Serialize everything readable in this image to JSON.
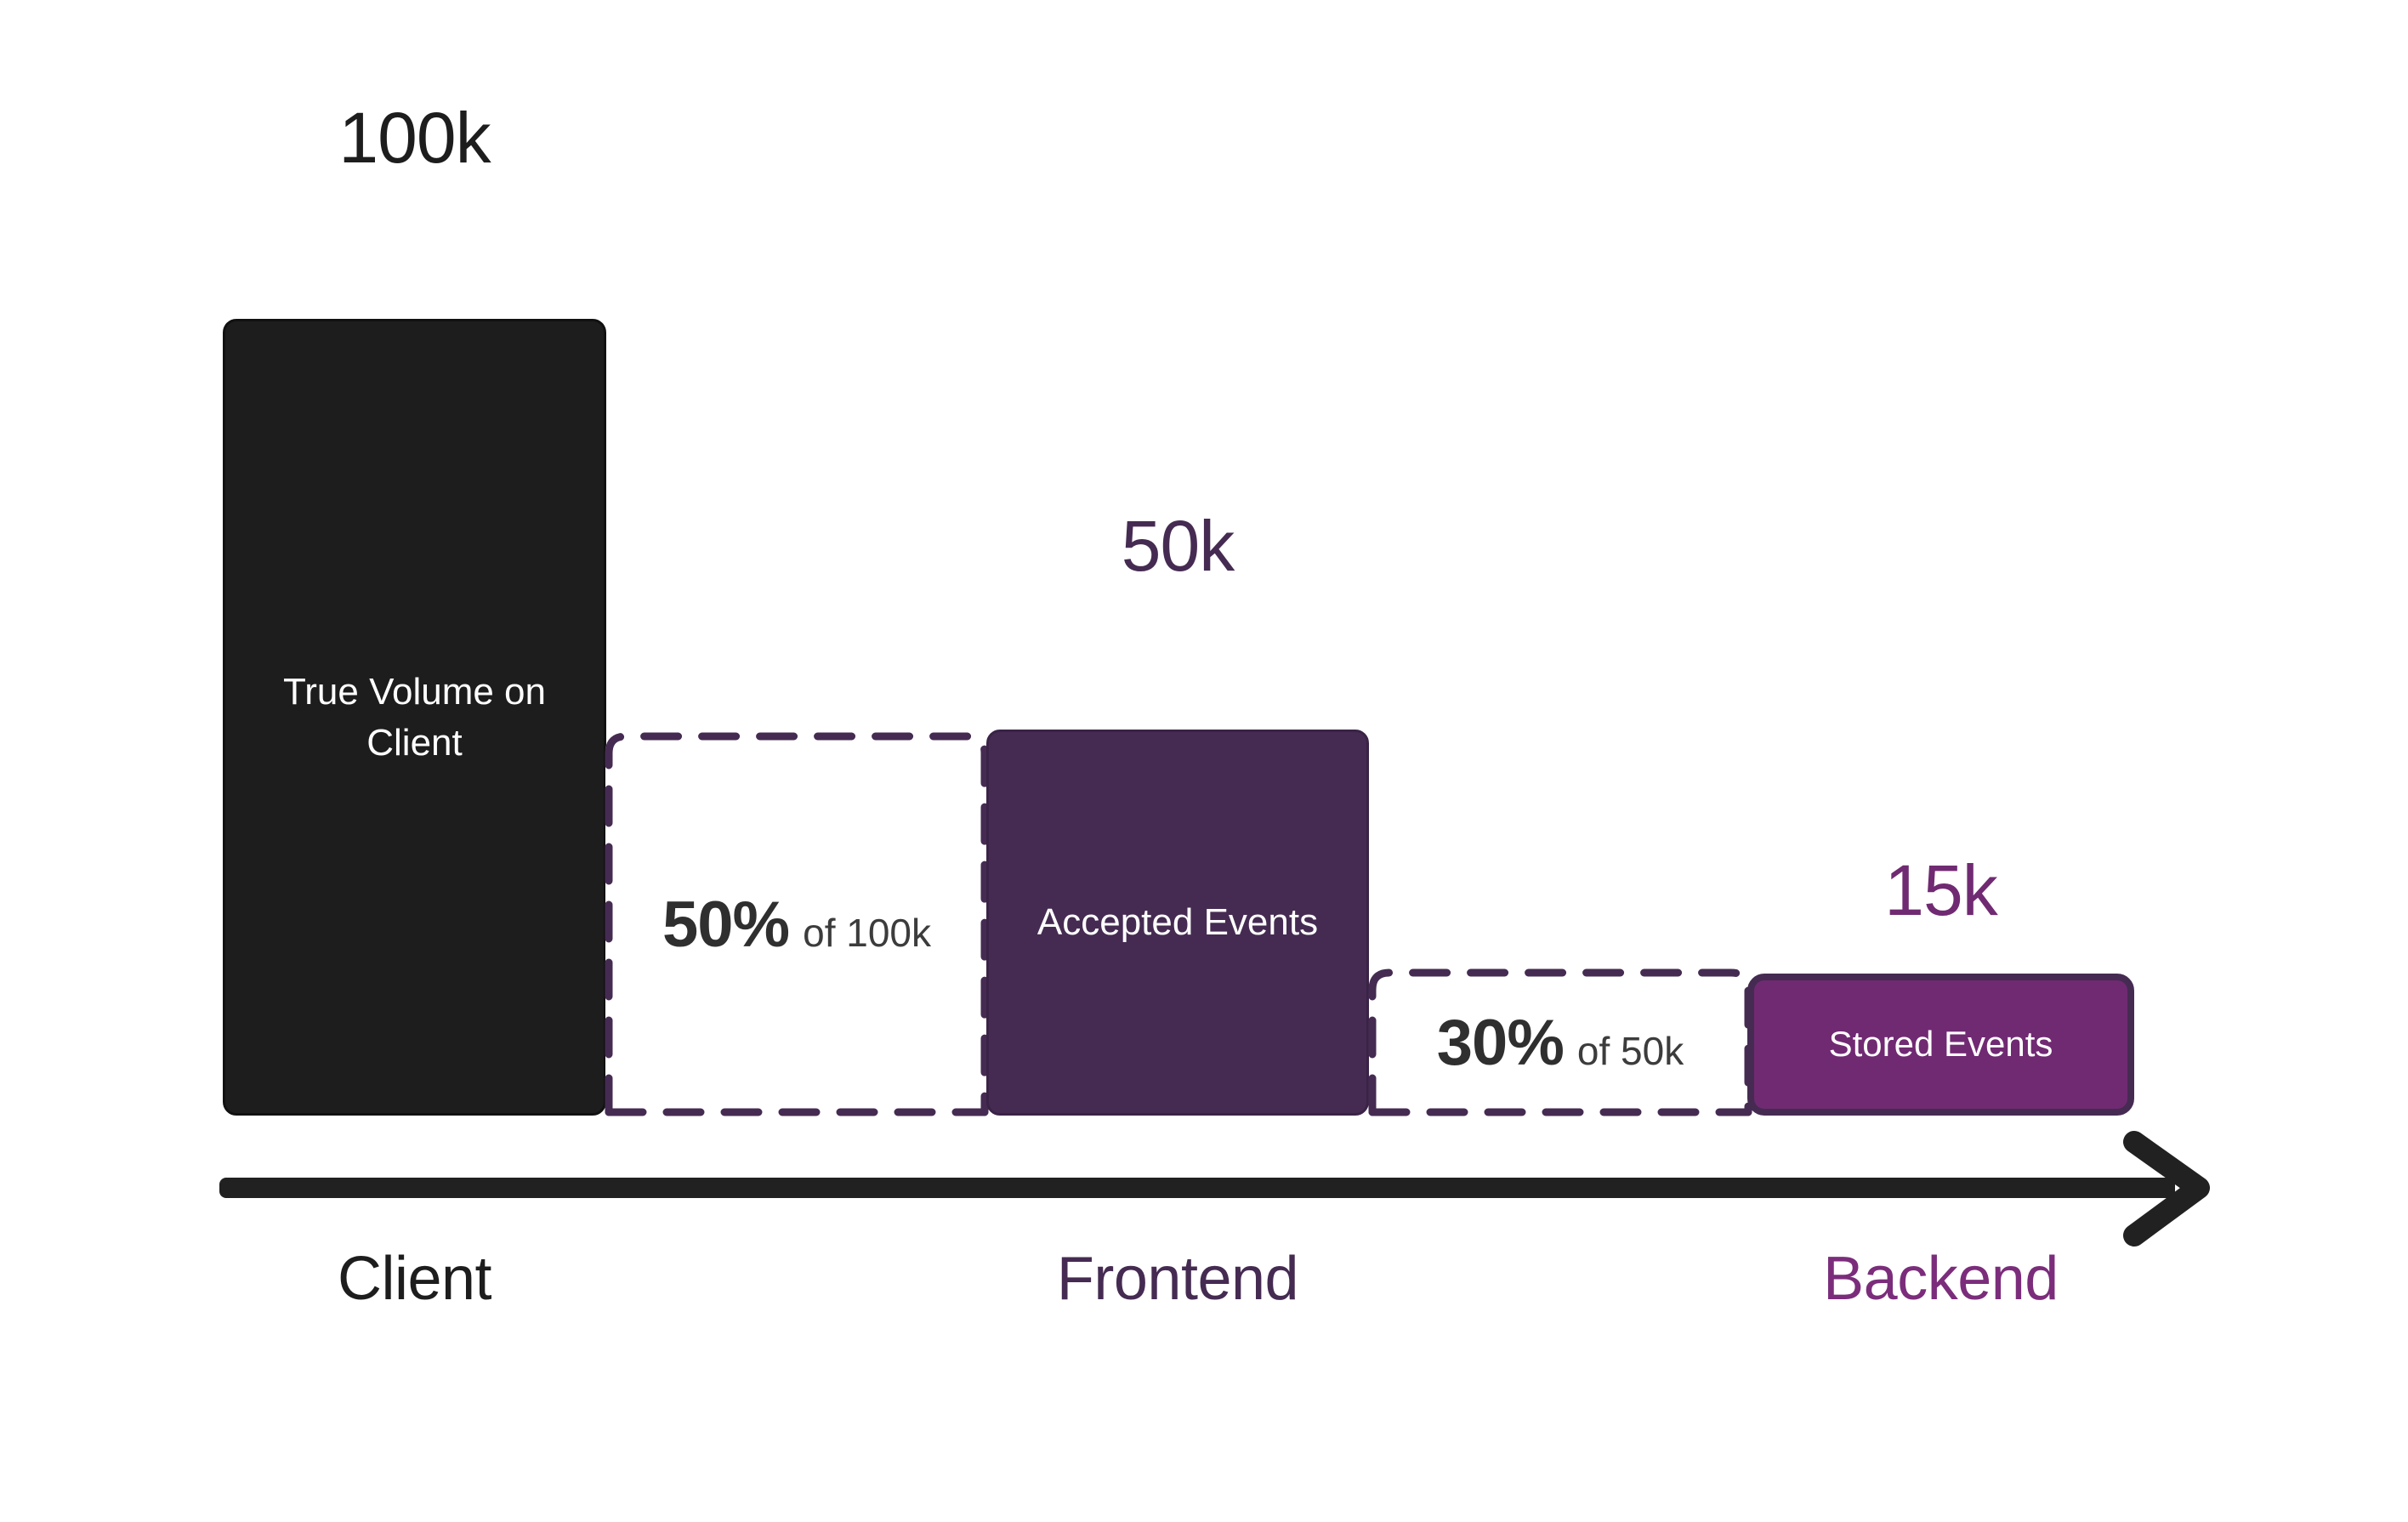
{
  "chart_data": {
    "type": "bar",
    "title": "",
    "subtitle": "",
    "xlabel": "",
    "ylabel": "",
    "grid": false,
    "legend_position": "none",
    "categories": [
      "Client",
      "Frontend",
      "Backend"
    ],
    "values": [
      100000,
      50000,
      15000
    ],
    "value_labels": [
      "100k",
      "50k",
      "15k"
    ],
    "bar_labels": [
      "True Volume on Client",
      "Accepted Events",
      "Stored Events"
    ],
    "ylim": [
      0,
      100000
    ],
    "annotations": [
      {
        "percent": "50%",
        "of": "of 100k",
        "from_value": 100000,
        "to_value": 50000,
        "stage_from": "Client",
        "stage_to": "Frontend"
      },
      {
        "percent": "30%",
        "of": "of 50k",
        "from_value": 50000,
        "to_value": 15000,
        "stage_from": "Frontend",
        "stage_to": "Backend"
      }
    ],
    "colors": {
      "client_bar": "#1D1D1D",
      "frontend_bar": "#452B52",
      "backend_bar": "#702A72",
      "backend_bar_border": "#452B52",
      "dashed_border": "#452B52",
      "axis": "#212121",
      "client_text": "#1D1D1D",
      "frontend_text": "#452B52",
      "backend_text": "#7B2D7B",
      "percent_text": "#2F2F2F",
      "bar_label_text": "#FFFFFF",
      "background": "#FFFFFF"
    }
  },
  "bars": {
    "client": {
      "value_label": "100k",
      "inner_label": "True Volume on Client"
    },
    "frontend": {
      "value_label": "50k",
      "inner_label": "Accepted Events"
    },
    "backend": {
      "value_label": "15k",
      "inner_label": "Stored Events"
    }
  },
  "dropoffs": {
    "first": {
      "percent": "50%",
      "of": "of 100k"
    },
    "second": {
      "percent": "30%",
      "of": "of 50k"
    }
  },
  "axis": {
    "labels": {
      "client": "Client",
      "frontend": "Frontend",
      "backend": "Backend"
    }
  }
}
